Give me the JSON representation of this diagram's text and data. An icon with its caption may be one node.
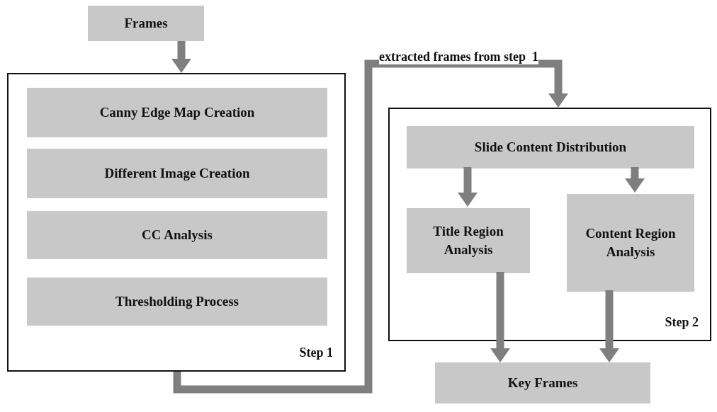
{
  "diagram": {
    "nodes": [
      {
        "text": [
          "Frames"
        ]
      },
      {
        "text": [
          "Step 1"
        ]
      },
      {
        "text": [
          "Canny Edge Map Creation"
        ],
        "in": 1
      },
      {
        "text": [
          "Different Image Creation"
        ],
        "in": 1
      },
      {
        "text": [
          "CC Analysis"
        ],
        "in": 1
      },
      {
        "text": [
          "Thresholding Process"
        ],
        "in": 1
      },
      {
        "text": [
          "Step 2"
        ]
      },
      {
        "text": [
          "Slide Content Distribution"
        ],
        "in": 6
      },
      {
        "text": [
          "Title Region Analysis"
        ],
        "in": 6
      },
      {
        "text": [
          "Content Region Analysis"
        ],
        "in": 6
      },
      {
        "text": [
          "Key Frames"
        ]
      }
    ],
    "edges": [
      {
        "from": 0,
        "to": 1,
        "arrow": "to"
      },
      {
        "from": 1,
        "to": 6,
        "arrow": "to",
        "label": "extracted frames from step  1"
      },
      {
        "from": 7,
        "to": 8,
        "arrow": "to"
      },
      {
        "from": 7,
        "to": 9,
        "arrow": "to"
      },
      {
        "from": 8,
        "to": 10,
        "arrow": "to"
      },
      {
        "from": 9,
        "to": 10,
        "arrow": "to"
      }
    ]
  }
}
